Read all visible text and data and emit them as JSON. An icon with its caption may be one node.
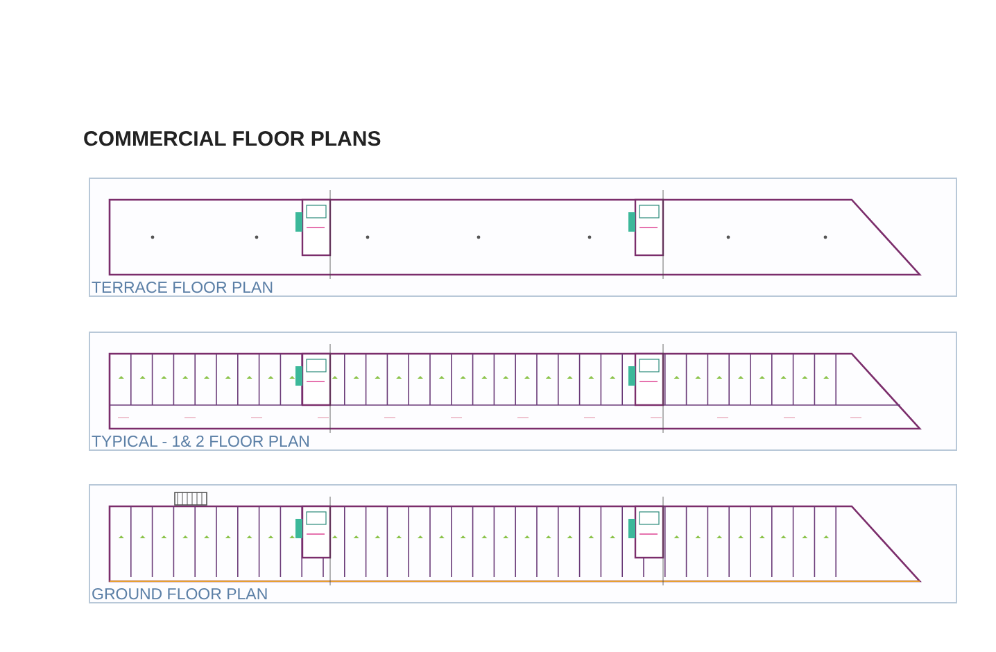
{
  "diagram": {
    "title": "COMMERCIAL FLOOR PLANS",
    "nodes": [
      {
        "text": [
          "TERRACE FLOOR PLAN"
        ]
      },
      {
        "text": [
          "TYPICAL - 1& 2 FLOOR PLAN"
        ]
      },
      {
        "text": [
          "GROUND FLOOR PLAN"
        ]
      }
    ]
  }
}
